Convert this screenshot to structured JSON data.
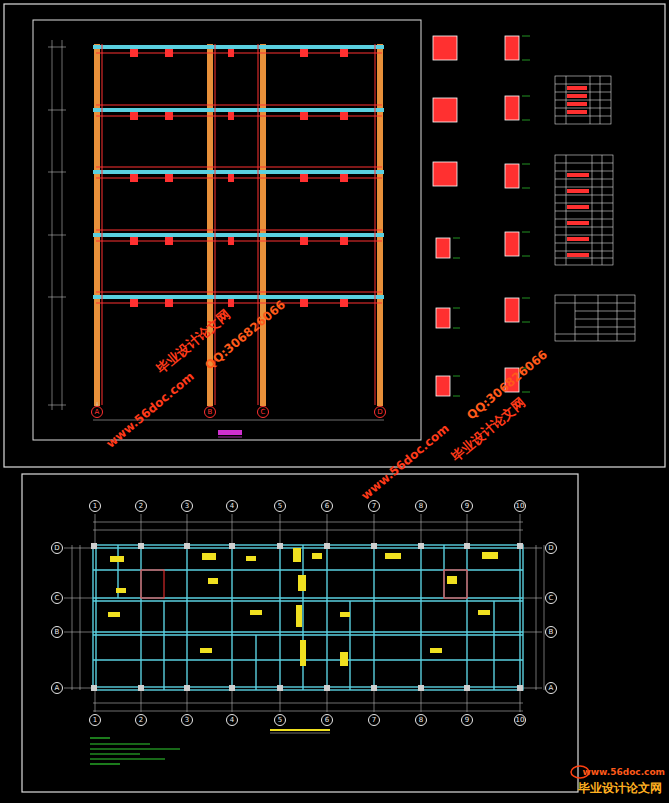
{
  "diagram": {
    "nodes": [
      {
        "text": [
          "A"
        ]
      },
      {
        "text": [
          "B"
        ]
      },
      {
        "text": [
          "C"
        ]
      },
      {
        "text": [
          "D"
        ]
      },
      {
        "text": [
          "1"
        ]
      },
      {
        "text": [
          "2"
        ]
      },
      {
        "text": [
          "3"
        ]
      },
      {
        "text": [
          "4"
        ]
      },
      {
        "text": [
          "5"
        ]
      },
      {
        "text": [
          "6"
        ]
      },
      {
        "text": [
          "7"
        ]
      },
      {
        "text": [
          "8"
        ]
      },
      {
        "text": [
          "9"
        ]
      },
      {
        "text": [
          "10"
        ]
      },
      {
        "text": [
          "D"
        ]
      },
      {
        "text": [
          "C"
        ]
      },
      {
        "text": [
          "B"
        ]
      },
      {
        "text": [
          "A"
        ]
      },
      {
        "text": [
          "D"
        ]
      },
      {
        "text": [
          "C"
        ]
      },
      {
        "text": [
          "B"
        ]
      },
      {
        "text": [
          "A"
        ]
      },
      {
        "text": [
          "1"
        ]
      },
      {
        "text": [
          "2"
        ]
      },
      {
        "text": [
          "3"
        ]
      },
      {
        "text": [
          "4"
        ]
      },
      {
        "text": [
          "5"
        ]
      },
      {
        "text": [
          "6"
        ]
      },
      {
        "text": [
          "7"
        ]
      },
      {
        "text": [
          "8"
        ]
      },
      {
        "text": [
          "9"
        ]
      },
      {
        "text": [
          "10"
        ]
      }
    ],
    "labels": [
      "www.56doc.com",
      "毕业设计论文网",
      "QQ:306826066",
      "www.56doc.com",
      "QQ:306826066",
      "毕业设计论文网",
      "www.56doc.com",
      "毕业设计论文网"
    ]
  }
}
